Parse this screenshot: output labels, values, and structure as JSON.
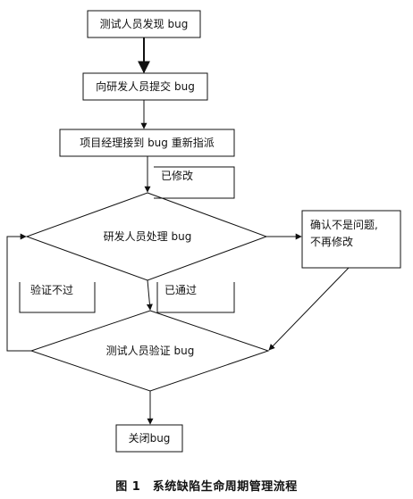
{
  "diagram": {
    "type": "flowchart",
    "nodes": {
      "report": {
        "kind": "process",
        "label": "测试人员发现 bug"
      },
      "submit": {
        "kind": "process",
        "label": "向研发人员提交 bug"
      },
      "assign": {
        "kind": "process",
        "label": "项目经理接到 bug 重新指派"
      },
      "develop": {
        "kind": "decision",
        "label": "研发人员处理 bug"
      },
      "notissue": {
        "kind": "note",
        "label_line1": "确认不是问题,",
        "label_line2": "不再修改"
      },
      "verify": {
        "kind": "decision",
        "label": "测试人员验证 bug"
      },
      "close": {
        "kind": "process",
        "label": "关闭bug"
      }
    },
    "edge_labels": {
      "modified": "已修改",
      "failed": "验证不过",
      "passed": "已通过"
    },
    "caption": "图 1　系统缺陷生命周期管理流程"
  },
  "colors": {
    "stroke": "#111111",
    "background": "#ffffff",
    "text": "#111111"
  }
}
